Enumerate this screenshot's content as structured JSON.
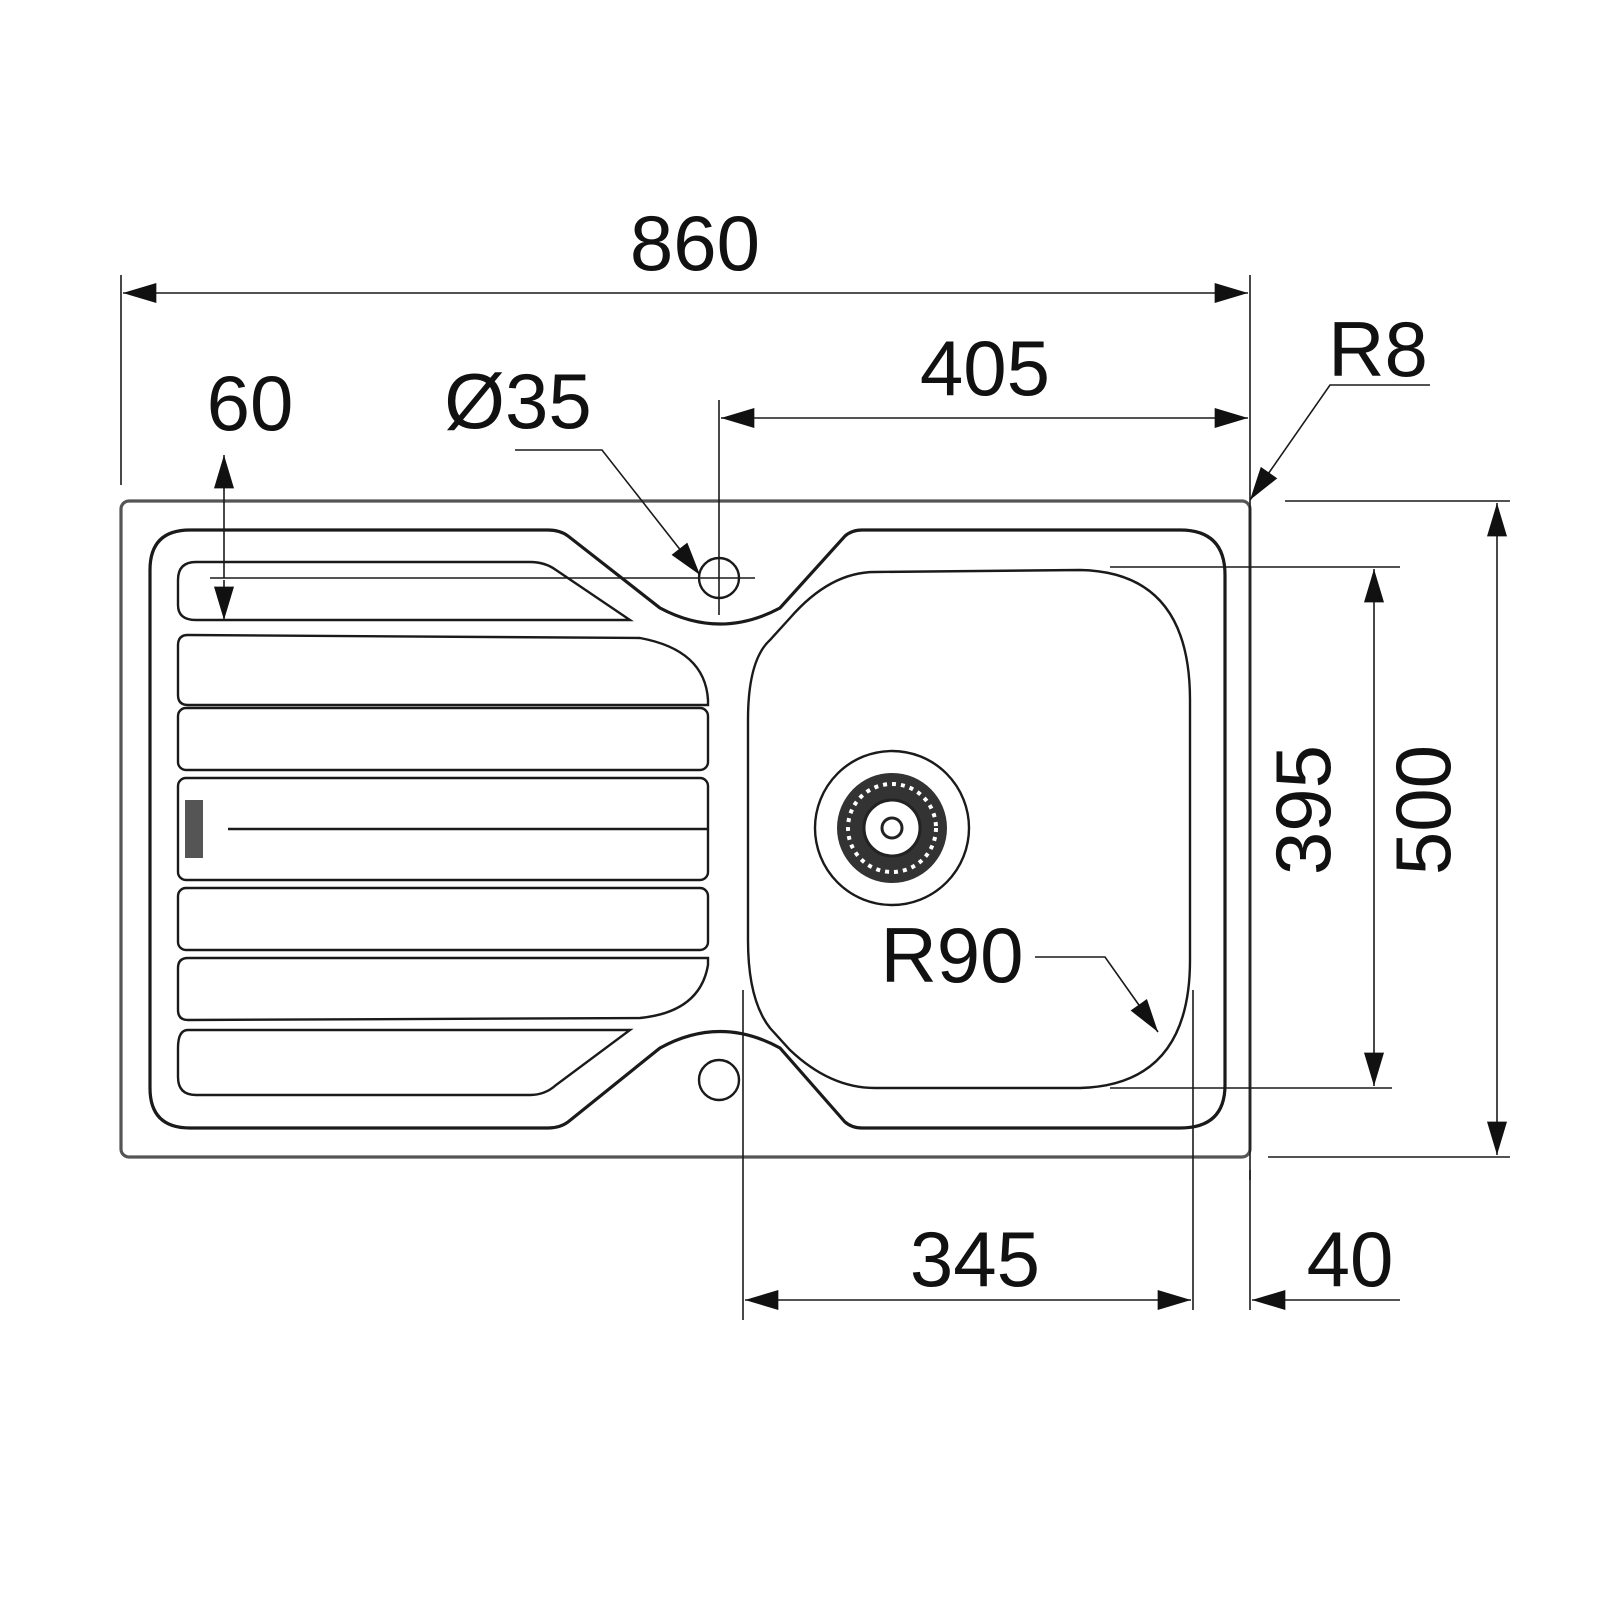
{
  "drawing": {
    "title": "Single bowl sink with drainer — dimension drawing",
    "units": "mm",
    "colors": {
      "line": "#1a1a1a",
      "background": "#ffffff"
    }
  },
  "dimensions": {
    "overall_width": "860",
    "bowl_center_to_right_edge": "405",
    "drainer_rib_offset": "60",
    "tap_hole_diameter": "Ø35",
    "corner_radius": "R8",
    "bowl_corner_radius": "R90",
    "bowl_depth_inner": "395",
    "overall_depth": "500",
    "bowl_width": "345",
    "bowl_to_edge": "40"
  },
  "components": {
    "drainer_ribs": 7,
    "tap_holes": 2,
    "drain_waste": "strainer"
  }
}
